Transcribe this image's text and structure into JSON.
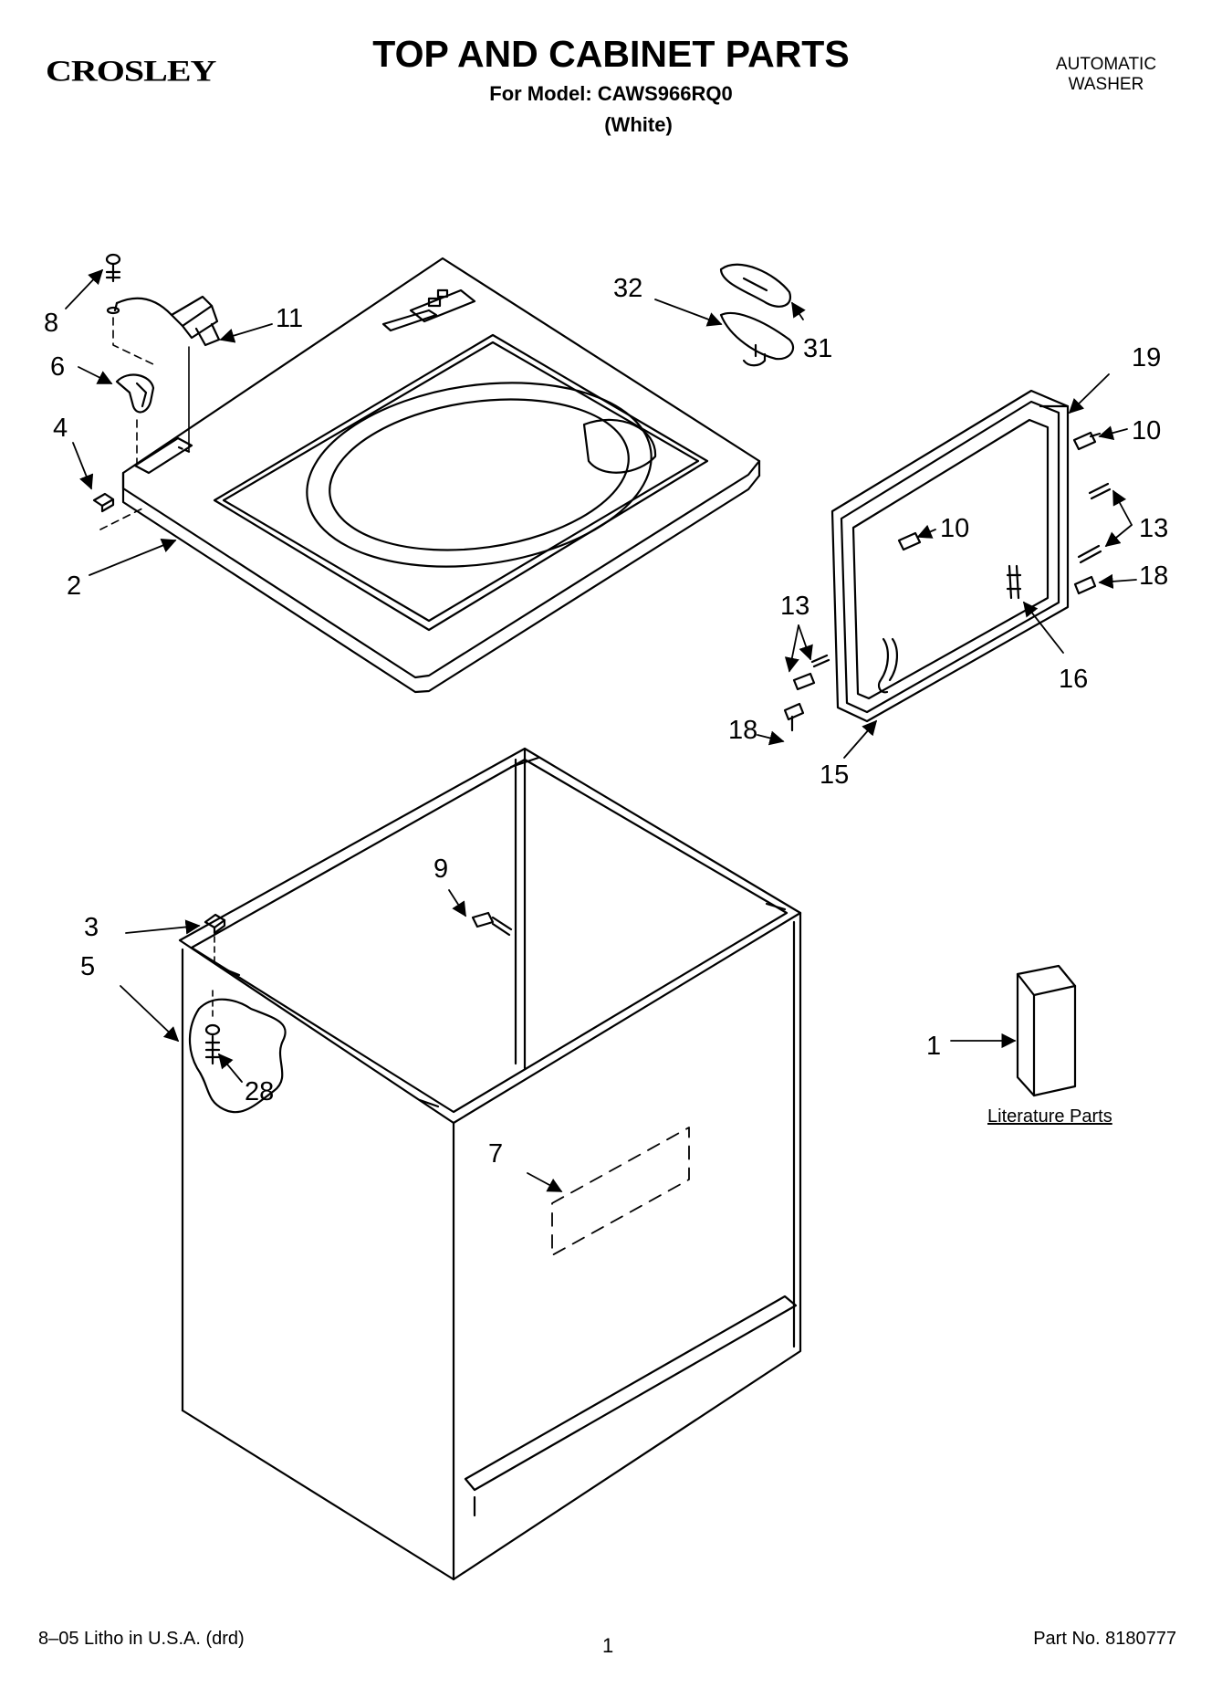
{
  "header": {
    "brand": "CROSLEY",
    "title": "TOP AND CABINET PARTS",
    "model_line": "For Model: CAWS966RQ0",
    "color_line": "(White)",
    "product_line1": "AUTOMATIC",
    "product_line2": "WASHER"
  },
  "callouts": {
    "c1": "1",
    "c2": "2",
    "c3": "3",
    "c4": "4",
    "c5": "5",
    "c6": "6",
    "c7": "7",
    "c8": "8",
    "c9": "9",
    "c10a": "10",
    "c10b": "10",
    "c11": "11",
    "c13a": "13",
    "c13b": "13",
    "c15": "15",
    "c16": "16",
    "c18a": "18",
    "c18b": "18",
    "c19": "19",
    "c28": "28",
    "c31": "31",
    "c32": "32"
  },
  "literature_label": "Literature Parts",
  "footer": {
    "printing": "8–05 Litho in U.S.A. (drd)",
    "page": "1",
    "part_no": "Part No. 8180777"
  }
}
